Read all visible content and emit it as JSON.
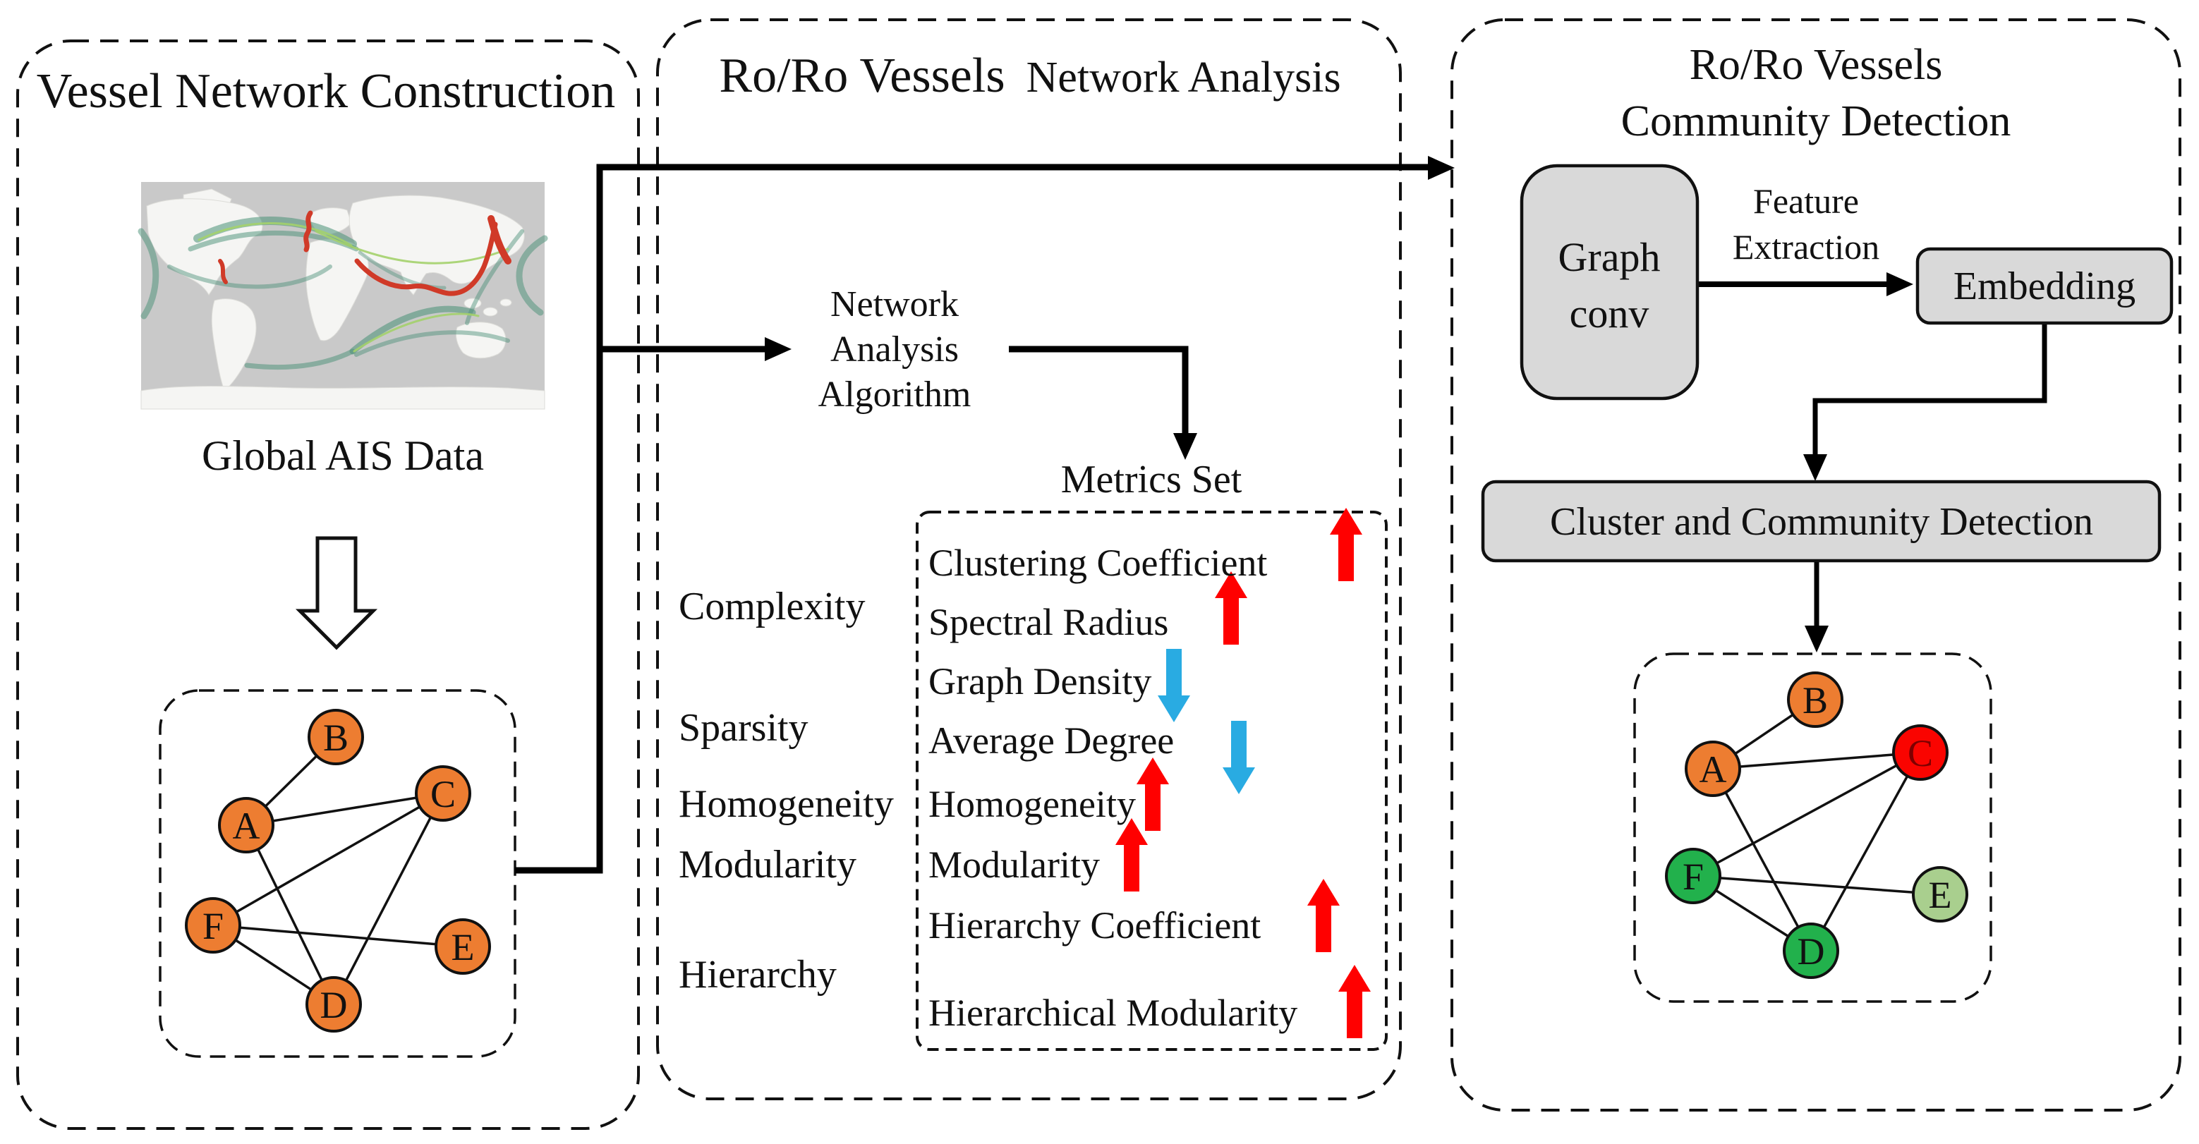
{
  "left_panel": {
    "title": "Vessel Network Construction",
    "map_caption": "Global AIS Data",
    "graph": {
      "nodes": [
        {
          "id": "A",
          "label": "A",
          "color": "#ED7D31",
          "label_color": "#111111"
        },
        {
          "id": "B",
          "label": "B",
          "color": "#ED7D31",
          "label_color": "#111111"
        },
        {
          "id": "C",
          "label": "C",
          "color": "#ED7D31",
          "label_color": "#111111"
        },
        {
          "id": "D",
          "label": "D",
          "color": "#ED7D31",
          "label_color": "#111111"
        },
        {
          "id": "E",
          "label": "E",
          "color": "#ED7D31",
          "label_color": "#111111"
        },
        {
          "id": "F",
          "label": "F",
          "color": "#ED7D31",
          "label_color": "#111111"
        }
      ],
      "edges": [
        [
          "A",
          "B"
        ],
        [
          "A",
          "C"
        ],
        [
          "A",
          "D"
        ],
        [
          "C",
          "F"
        ],
        [
          "C",
          "D"
        ],
        [
          "F",
          "E"
        ],
        [
          "F",
          "D"
        ]
      ]
    }
  },
  "middle_panel": {
    "title_main": "Ro/Ro Vessels",
    "title_sub": "Network Analysis",
    "algorithm_lines": [
      "Network",
      "Analysis",
      "Algorithm"
    ],
    "metrics_set_title": "Metrics Set",
    "category_labels": [
      "Complexity",
      "Sparsity",
      "Homogeneity",
      "Modularity",
      "Hierarchy"
    ],
    "metrics": [
      {
        "label": "Clustering Coefficient",
        "trend": "up"
      },
      {
        "label": "Spectral Radius",
        "trend": "up"
      },
      {
        "label": "Graph Density",
        "trend": "down"
      },
      {
        "label": "Average Degree",
        "trend": "down"
      },
      {
        "label": "Homogeneity",
        "trend": "up"
      },
      {
        "label": "Modularity",
        "trend": "up"
      },
      {
        "label": "Hierarchy Coefficient",
        "trend": "up"
      },
      {
        "label": "Hierarchical Modularity",
        "trend": "up"
      }
    ],
    "trend_colors": {
      "up": "#FF0000",
      "down": "#29ABE2"
    }
  },
  "right_panel": {
    "title_line1": "Ro/Ro Vessels",
    "title_line2": "Community Detection",
    "graph_conv_lines": [
      "Graph",
      "conv"
    ],
    "feature_extraction_lines": [
      "Feature",
      "Extraction"
    ],
    "embedding_label": "Embedding",
    "cluster_label": "Cluster and Community Detection",
    "graph": {
      "nodes": [
        {
          "id": "A",
          "label": "A",
          "color": "#ED7D31",
          "label_color": "#111111"
        },
        {
          "id": "B",
          "label": "B",
          "color": "#ED7D31",
          "label_color": "#111111"
        },
        {
          "id": "C",
          "label": "C",
          "color": "#FA0400",
          "label_color": "#7E0000"
        },
        {
          "id": "D",
          "label": "D",
          "color": "#22B14C",
          "label_color": "#111111"
        },
        {
          "id": "E",
          "label": "E",
          "color": "#A9CF8E",
          "label_color": "#111111"
        },
        {
          "id": "F",
          "label": "F",
          "color": "#22B14C",
          "label_color": "#111111"
        }
      ],
      "edges": [
        [
          "A",
          "B"
        ],
        [
          "A",
          "C"
        ],
        [
          "A",
          "D"
        ],
        [
          "C",
          "F"
        ],
        [
          "C",
          "D"
        ],
        [
          "F",
          "E"
        ],
        [
          "F",
          "D"
        ]
      ]
    }
  },
  "colors": {
    "background": "#FFFFFF",
    "line": "#000000",
    "panel_border": "#111111",
    "box_fill": "#D9D9D9",
    "node_orange": "#ED7D31",
    "node_red": "#FA0400",
    "node_green": "#22B14C",
    "node_light_green": "#A9CF8E",
    "trend_up": "#FF0000",
    "trend_down": "#29ABE2"
  }
}
